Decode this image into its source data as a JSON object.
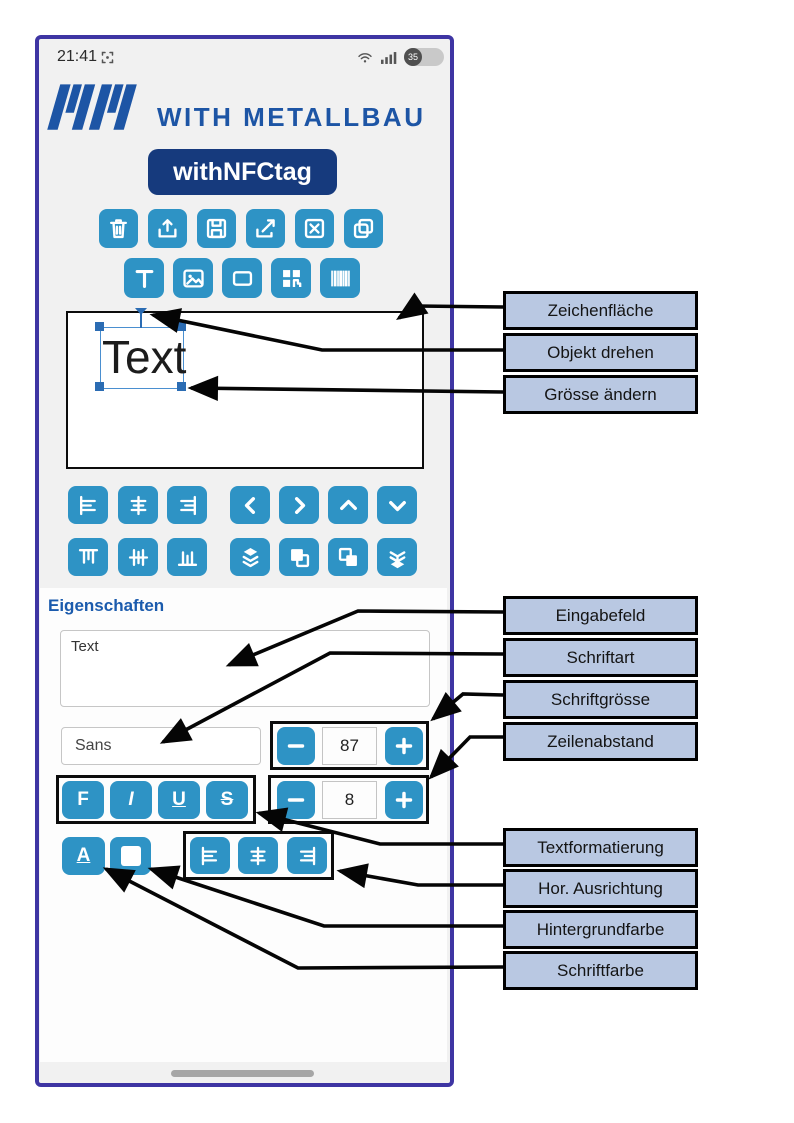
{
  "status_bar": {
    "time": "21:41",
    "battery_level": "35"
  },
  "brand": {
    "name": "WITH METALLBAU"
  },
  "app_button_label": "withNFCtag",
  "toolbar_actions": [
    "trash",
    "upload",
    "save",
    "open-external",
    "close-box",
    "duplicate"
  ],
  "toolbar_insert": [
    "text",
    "image",
    "rectangle",
    "qr-code",
    "barcode"
  ],
  "canvas": {
    "object_text": "Text"
  },
  "align_row1": [
    "align-left",
    "align-center-horizontal",
    "align-right",
    "chevron-left",
    "chevron-right",
    "chevron-up",
    "chevron-down"
  ],
  "align_row2": [
    "align-top",
    "distribute-vertical",
    "align-bottom",
    "bring-to-front",
    "bring-forward",
    "send-backward",
    "send-to-back"
  ],
  "properties": {
    "heading": "Eigenschaften",
    "text_value": "Text",
    "font_family": "Sans",
    "font_size": "87",
    "line_spacing": "8",
    "format_buttons": [
      {
        "name": "bold",
        "label": "F"
      },
      {
        "name": "italic",
        "label": "I"
      },
      {
        "name": "underline",
        "label": "U"
      },
      {
        "name": "strikethrough",
        "label": "S"
      }
    ],
    "font_color_label": "A",
    "text_align_buttons": [
      "align-left",
      "align-center-horizontal",
      "align-right"
    ]
  },
  "callouts": {
    "canvas_group": [
      "Zeichenfläche",
      "Objekt drehen",
      "Grösse ändern"
    ],
    "input_group": [
      "Eingabefeld",
      "Schriftart",
      "Schriftgrösse",
      "Zeilenabstand"
    ],
    "format_group": [
      "Textformatierung",
      "Hor. Ausrichtung",
      "Hintergrundfarbe",
      "Schriftfarbe"
    ]
  },
  "colors": {
    "tool_button": "#2e93c5",
    "callout_bg": "#b9c8e2",
    "phone_frame": "#3e35a3",
    "brand_blue": "#1d55a5",
    "app_button_bg": "#163a7d"
  }
}
